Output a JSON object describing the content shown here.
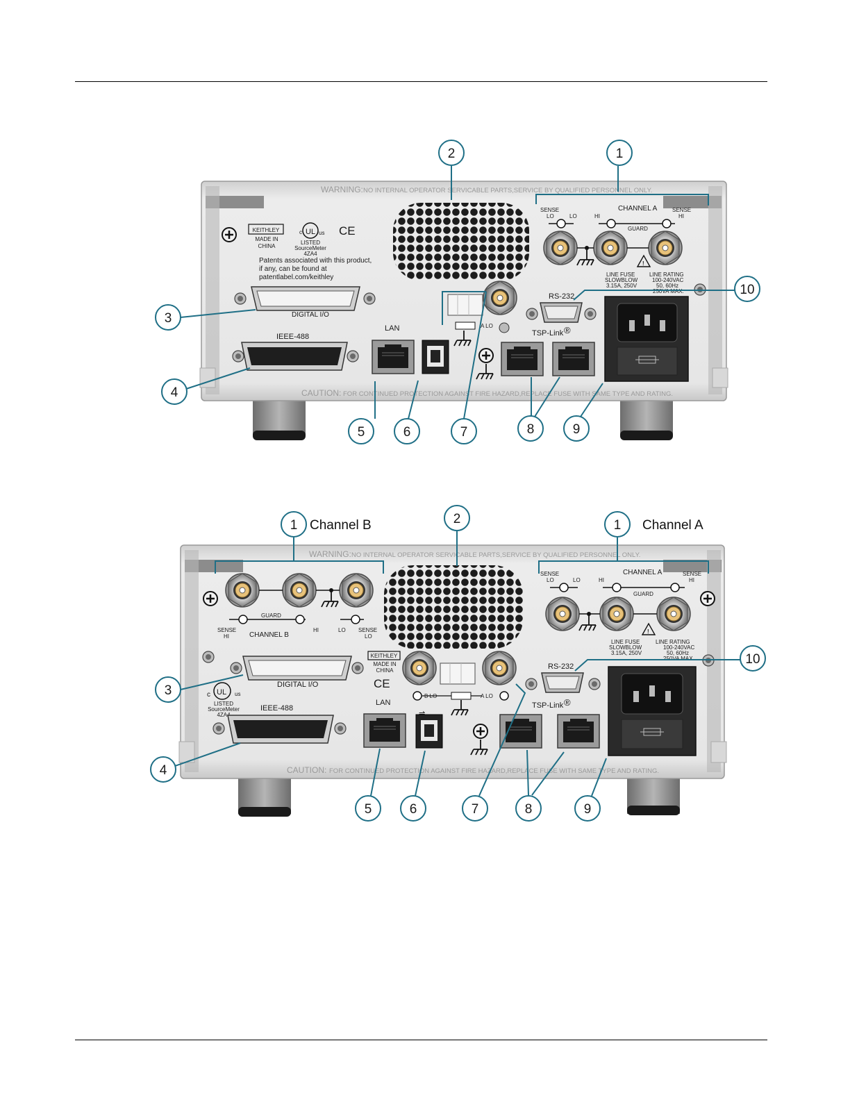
{
  "figure1": {
    "warning_prefix": "WARNING:",
    "warning_text": "NO INTERNAL OPERATOR SERVICABLE PARTS,SERVICE BY QUALIFIED PERSONNEL ONLY.",
    "caution_prefix": "CAUTION:",
    "caution_text": "FOR CONTINUED PROTECTION AGAINST FIRE HAZARD,REPLACE FUSE WITH SAME TYPE AND RATING.",
    "brand": "KEITHLEY",
    "made_in_1": "MADE IN",
    "made_in_2": "CHINA",
    "ul_c": "c",
    "ul_mark": "UL",
    "ul_us": "us",
    "ul_listed": "LISTED",
    "ul_product": "SourceMeter",
    "ul_code": "4ZA4",
    "ce": "CE",
    "patent_1": "Patents associated with this product,",
    "patent_2": "if any, can be found at",
    "patent_3": "patentlabel.com/keithley",
    "sense_lo": "SENSE",
    "sense_lo_2": "LO",
    "lo": "LO",
    "hi": "HI",
    "sense_hi": "SENSE",
    "sense_hi_2": "HI",
    "channel_a": "CHANNEL A",
    "guard": "GUARD",
    "line_fuse_1": "LINE FUSE",
    "line_fuse_2": "SLOWBLOW",
    "line_fuse_3": "3.15A, 250V",
    "line_rating_1": "LINE RATING",
    "line_rating_2": "100-240VAC",
    "line_rating_3": "50, 60Hz",
    "line_rating_4": "250VA MAX.",
    "rs232": "RS-232",
    "digital_io": "DIGITAL I/O",
    "lan": "LAN",
    "ieee": "IEEE-488",
    "tsp_link": "TSP-Link",
    "tsp_reg": "®",
    "a_lo": "A LO",
    "callouts": [
      "1",
      "2",
      "3",
      "4",
      "5",
      "6",
      "7",
      "8",
      "9",
      "10"
    ]
  },
  "figure2": {
    "channel_b_title": "Channel B",
    "channel_a_title": "Channel A",
    "warning_prefix": "WARNING:",
    "warning_text": "NO INTERNAL OPERATOR SERVICABLE PARTS,SERVICE BY QUALIFIED PERSONNEL ONLY.",
    "caution_prefix": "CAUTION:",
    "caution_text": "FOR CONTINUED PROTECTION AGAINST FIRE HAZARD,REPLACE FUSE WITH SAME TYPE AND RATING.",
    "guard": "GUARD",
    "sense_hi": "SENSE",
    "sense_hi_2": "HI",
    "channel_b": "CHANNEL B",
    "hi": "HI",
    "lo": "LO",
    "sense_lo": "SENSE",
    "sense_lo_2": "LO",
    "channel_a": "CHANNEL A",
    "brand": "KEITHLEY",
    "made_in_1": "MADE IN",
    "made_in_2": "CHINA",
    "ce": "CE",
    "ul_c": "c",
    "ul_mark": "UL",
    "ul_us": "us",
    "ul_listed": "LISTED",
    "ul_product": "SourceMeter",
    "ul_code": "4ZA4",
    "line_fuse_1": "LINE FUSE",
    "line_fuse_2": "SLOWBLOW",
    "line_fuse_3": "3.15A, 250V",
    "line_rating_1": "LINE RATING",
    "line_rating_2": "100-240VAC",
    "line_rating_3": "50, 60Hz",
    "line_rating_4": "250VA MAX.",
    "rs232": "RS-232",
    "digital_io": "DIGITAL I/O",
    "lan": "LAN",
    "ieee": "IEEE-488",
    "tsp_link": "TSP-Link",
    "tsp_reg": "®",
    "b_lo": "B  LO",
    "a_lo": "A  LO",
    "callouts": [
      "1",
      "1",
      "2",
      "3",
      "4",
      "5",
      "6",
      "7",
      "8",
      "9",
      "10"
    ]
  },
  "colors": {
    "panel": "#e2e2e2",
    "panel_dark": "#8c8c8c",
    "callout": "#1f6f86",
    "vent": "#1c1c1c"
  }
}
